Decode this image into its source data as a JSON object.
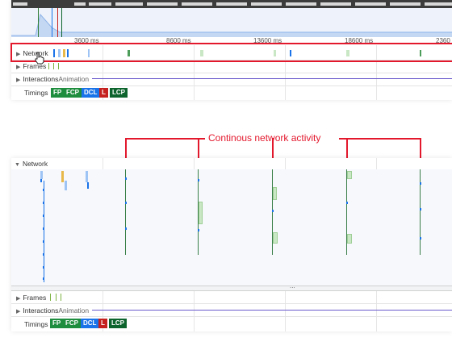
{
  "top": {
    "ruler_ticks": [
      "3600 ms",
      "8600 ms",
      "13600 ms",
      "18600 ms",
      "2360"
    ],
    "tracks": {
      "network": "Network",
      "frames": "Frames",
      "interactions": "Interactions",
      "animation": "Animation",
      "timings": "Timings"
    },
    "timings": [
      "FP",
      "FCP",
      "DCL",
      "L",
      "LCP"
    ]
  },
  "annotation": {
    "text": "Continous network activity"
  },
  "bottom": {
    "tracks": {
      "network": "Network",
      "frames": "Frames",
      "interactions": "Interactions",
      "animation": "Animation",
      "timings": "Timings"
    },
    "timings": [
      "FP",
      "FCP",
      "DCL",
      "L",
      "LCP"
    ],
    "resize_handle": "..."
  },
  "colors": {
    "highlight": "#e3182d",
    "fp": "#1e8e3e",
    "fcp": "#1e8e3e",
    "dcl": "#1a73e8",
    "l": "#c5221f",
    "lcp": "#0d652d",
    "network_request": "#1a73e8"
  }
}
